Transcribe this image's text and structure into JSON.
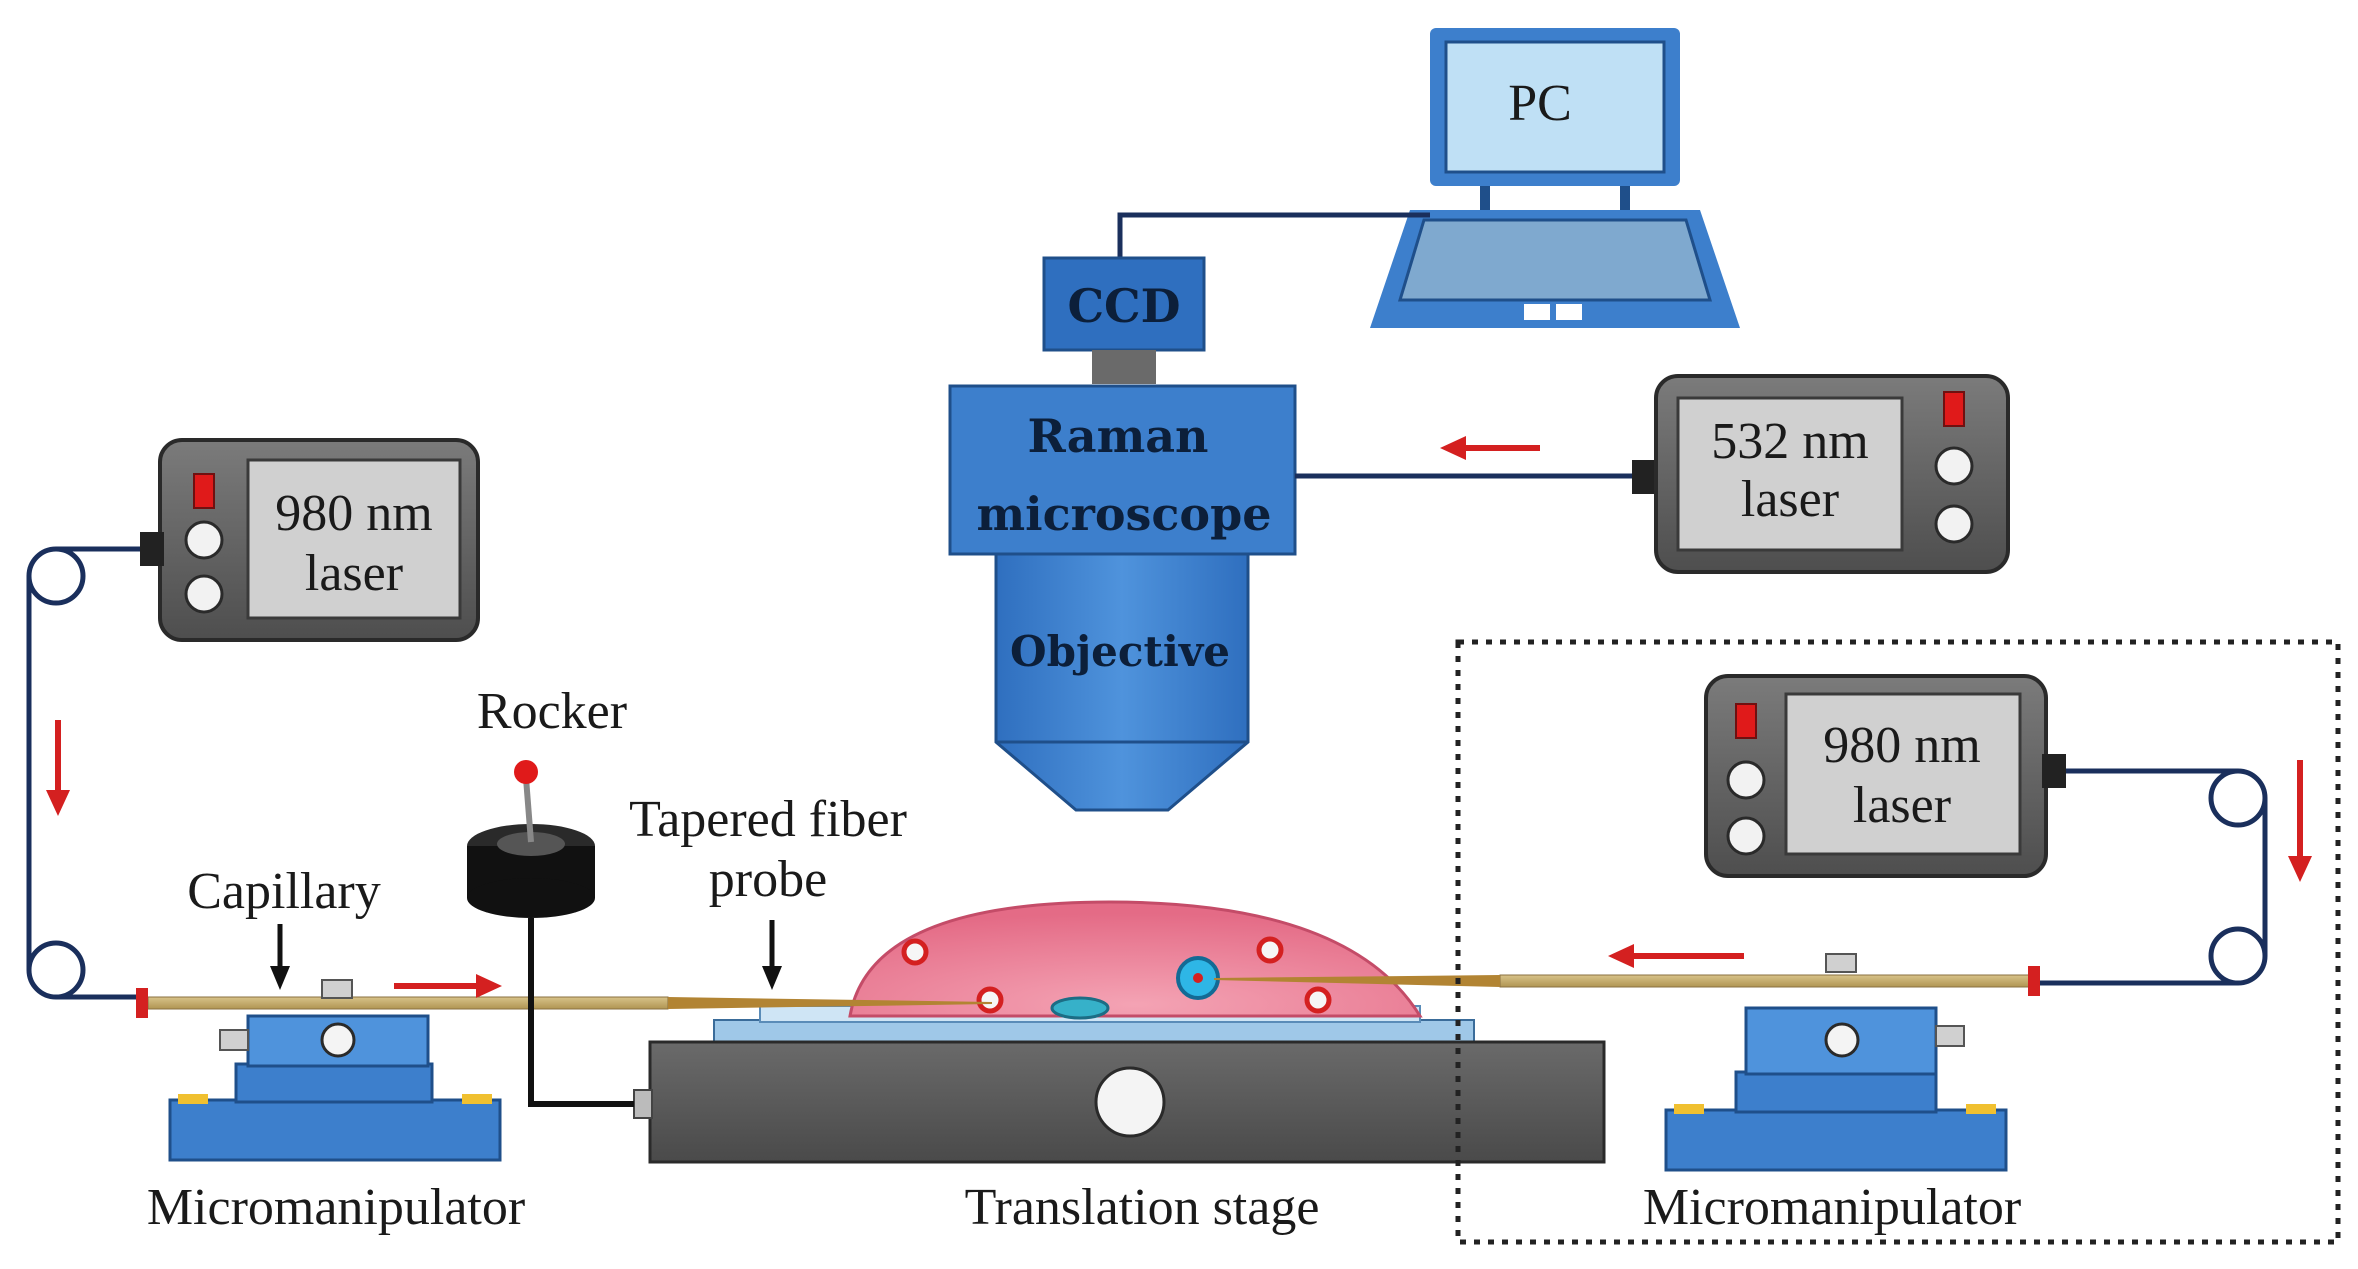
{
  "labels": {
    "pc": "PC",
    "ccd": "CCD",
    "raman_line1": "Raman",
    "raman_line2": "microscope",
    "objective": "Objective",
    "laser_532_line1": "532 nm",
    "laser_532_line2": "laser",
    "laser_980_left_line1": "980 nm",
    "laser_980_left_line2": "laser",
    "laser_980_right_line1": "980 nm",
    "laser_980_right_line2": "laser",
    "rocker": "Rocker",
    "tapered_line1": "Tapered fiber",
    "tapered_line2": "probe",
    "capillary": "Capillary",
    "micromanipulator_left": "Micromanipulator",
    "translation_stage": "Translation stage",
    "micromanipulator_right": "Micromanipulator"
  },
  "colors": {
    "blue_device": "#3d7fcc",
    "blue_dark": "#1f4f8a",
    "laser_body": "#6a6a6a",
    "laser_screen": "#cfcfcf",
    "fiber_line": "#1a2f5c",
    "red_arrow": "#d42020",
    "stage_body": "#5b5b5b",
    "droplet": "#f08ba0",
    "dotted_box": "#222222"
  }
}
